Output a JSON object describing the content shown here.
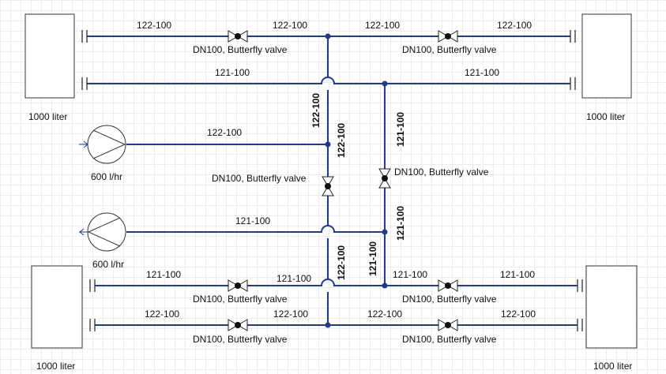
{
  "tanks": {
    "top_left": "1000 liter",
    "top_right": "1000 liter",
    "bottom_left": "1000 liter",
    "bottom_right": "1000 liter"
  },
  "pumps": {
    "upper": "600 l/hr",
    "lower": "600 l/hr"
  },
  "pipe_labels": {
    "top_row_1": "122-100",
    "top_row_2": "122-100",
    "top_row_3": "122-100",
    "top_row_4": "122-100",
    "second_row_left": "121-100",
    "second_row_right": "121-100",
    "pump_upper_line": "122-100",
    "pump_lower_line": "121-100",
    "bottom_row1_1": "121-100",
    "bottom_row1_2": "121-100",
    "bottom_row1_3": "121-100",
    "bottom_row1_4": "121-100",
    "bottom_row2_1": "122-100",
    "bottom_row2_2": "122-100",
    "bottom_row2_3": "122-100",
    "bottom_row2_4": "122-100",
    "vertical_a_upper": "122-100",
    "vertical_a_mid": "122-100",
    "vertical_a_lower": "122-100",
    "vertical_b_upper": "121-100",
    "vertical_b_mid": "121-100",
    "vertical_b_lower": "121-100"
  },
  "valve_labels": {
    "top_left": "DN100, Butterfly valve",
    "top_right": "DN100, Butterfly valve",
    "vertical_left": "DN100, Butterfly valve",
    "vertical_right": "DN100, Butterfly valve",
    "bottom1_left": "DN100, Butterfly valve",
    "bottom1_right": "DN100, Butterfly valve",
    "bottom2_left": "DN100, Butterfly valve",
    "bottom2_right": "DN100, Butterfly valve"
  },
  "colors": {
    "pipe": "#1f3a93",
    "grid": "#ececec",
    "outline": "#333333"
  }
}
